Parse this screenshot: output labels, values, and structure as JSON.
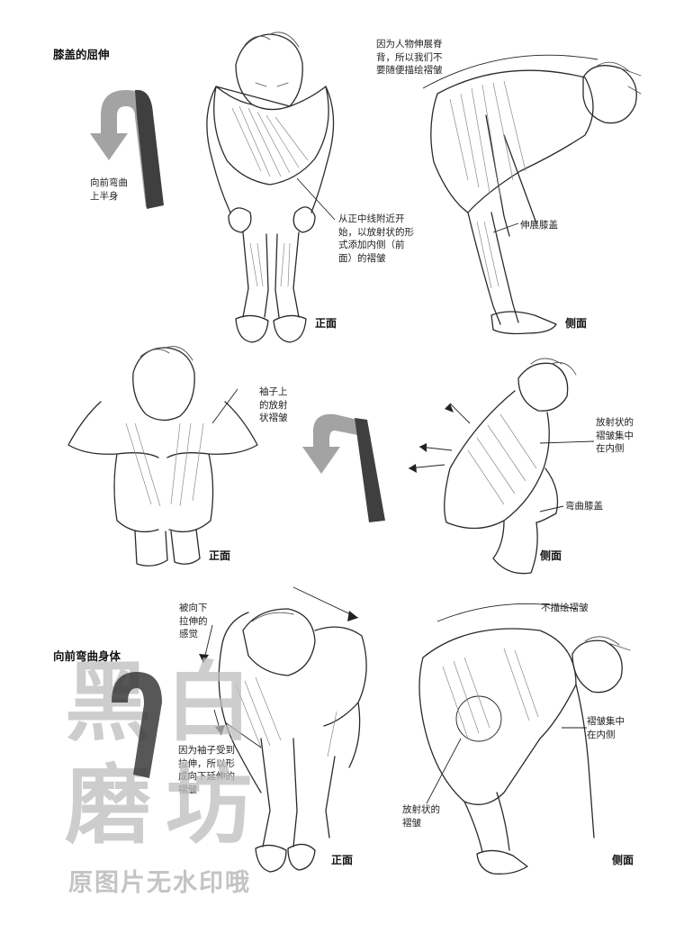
{
  "sections": {
    "knee": {
      "title": "膝盖的屈伸"
    },
    "bend": {
      "title": "向前弯曲身体"
    }
  },
  "notes": {
    "bend_upper": "向前弯曲\n上半身",
    "radial_front": "从正中线附近开\n始，以放射状的形\n式添加内侧（前\n面）的褶皱",
    "stretch_back": "因为人物伸展脊\n背，所以我们不\n要随便描绘褶皱",
    "stretch_knee": "伸展膝盖",
    "sleeve_radial": "袖子上\n的放射\n状褶皱",
    "inner_radial": "放射状的\n褶皱集中\n在内侧",
    "bend_knee": "弯曲膝盖",
    "pulled_down": "被向下\n拉伸的\n感觉",
    "sleeve_pulled": "因为袖子受到\n拉伸，所以形\n成向下延伸的\n褶皱",
    "no_wrinkles": "不描绘褶皱",
    "wrinkles_inner": "褶皱集中\n在内侧",
    "radial_small": "放射状的\n褶皱"
  },
  "views": {
    "front": "正面",
    "side": "侧面"
  },
  "watermark": {
    "chars": [
      "黑",
      "白",
      "磨",
      "坊"
    ],
    "caption": "原图片无水印哦"
  },
  "colors": {
    "arrow_light": "#9a9a9a",
    "arrow_dark": "#444444",
    "watermark": "#bdbdbd"
  }
}
